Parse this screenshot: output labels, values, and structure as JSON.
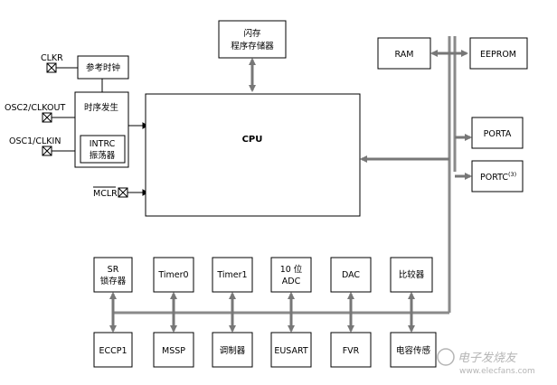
{
  "memory": {
    "flash": [
      "闪存",
      "程序存储器"
    ],
    "ram": "RAM",
    "eeprom": "EEPROM"
  },
  "clock": {
    "clkr": "CLKR",
    "osc2": "OSC2/CLKOUT",
    "osc1": "OSC1/CLKIN",
    "ref_clock": "参考时钟",
    "timing_gen": "时序发生",
    "intrc": [
      "INTRC",
      "振荡器"
    ]
  },
  "mclr": "MCLR",
  "cpu": "CPU",
  "ports": {
    "porta": "PORTA",
    "portc": "PORTC",
    "portc_note": "(3)"
  },
  "peripherals_top": [
    [
      "SR",
      "锁存器"
    ],
    [
      "Timer0"
    ],
    [
      "Timer1"
    ],
    [
      "10 位",
      "ADC"
    ],
    [
      "DAC"
    ],
    [
      "比较器"
    ]
  ],
  "peripherals_bottom": [
    "ECCP1",
    "MSSP",
    "调制器",
    "EUSART",
    "FVR",
    "电容传感"
  ],
  "watermark": {
    "text": "电子发烧友",
    "url": "www.elecfans.com"
  },
  "colors": {
    "line": "#000000",
    "bus": "#8a8a8a"
  }
}
